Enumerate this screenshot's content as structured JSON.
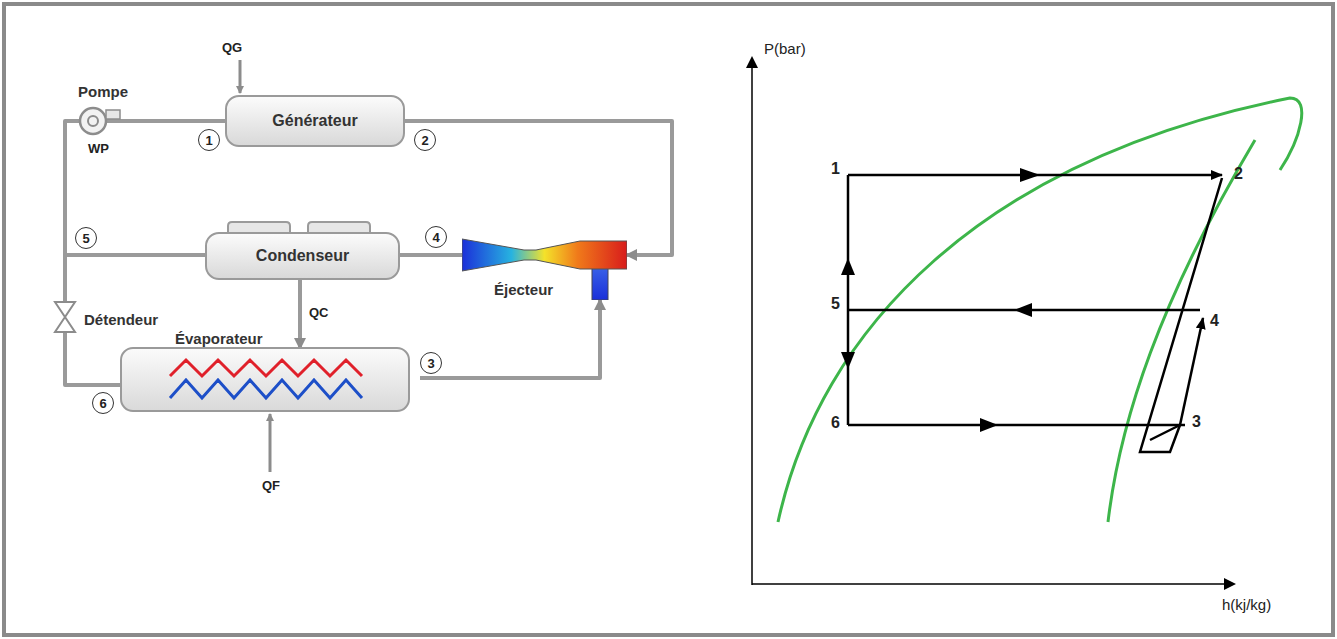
{
  "diagram": {
    "nodes": [
      {
        "text": [
          "Pompe"
        ]
      },
      {
        "text": [
          "Générateur"
        ]
      },
      {
        "text": [
          "Condenseur"
        ]
      },
      {
        "text": [
          "Éjecteur"
        ]
      },
      {
        "text": [
          "Détendeur"
        ]
      },
      {
        "text": [
          "Évaporateur"
        ]
      }
    ],
    "edges": [
      {
        "from": 0,
        "to": 1,
        "arrow": "none"
      },
      {
        "from": 1,
        "to": 3,
        "arrow": "to"
      },
      {
        "from": 3,
        "to": 2,
        "arrow": "none"
      },
      {
        "from": 2,
        "to": 0,
        "arrow": "none"
      },
      {
        "from": 2,
        "to": 4,
        "arrow": "none"
      },
      {
        "from": 4,
        "to": 5,
        "arrow": "none"
      },
      {
        "from": 5,
        "to": 3,
        "arrow": "to"
      },
      {
        "from": 2,
        "to": 5,
        "label": "QC",
        "arrow": "to"
      }
    ],
    "labels": [
      "QG",
      "WP",
      "1",
      "2",
      "5",
      "4",
      "3",
      "6",
      "QF",
      "P(bar)",
      "1",
      "2",
      "5",
      "4",
      "6",
      "3",
      "h(kj/kg)"
    ]
  }
}
